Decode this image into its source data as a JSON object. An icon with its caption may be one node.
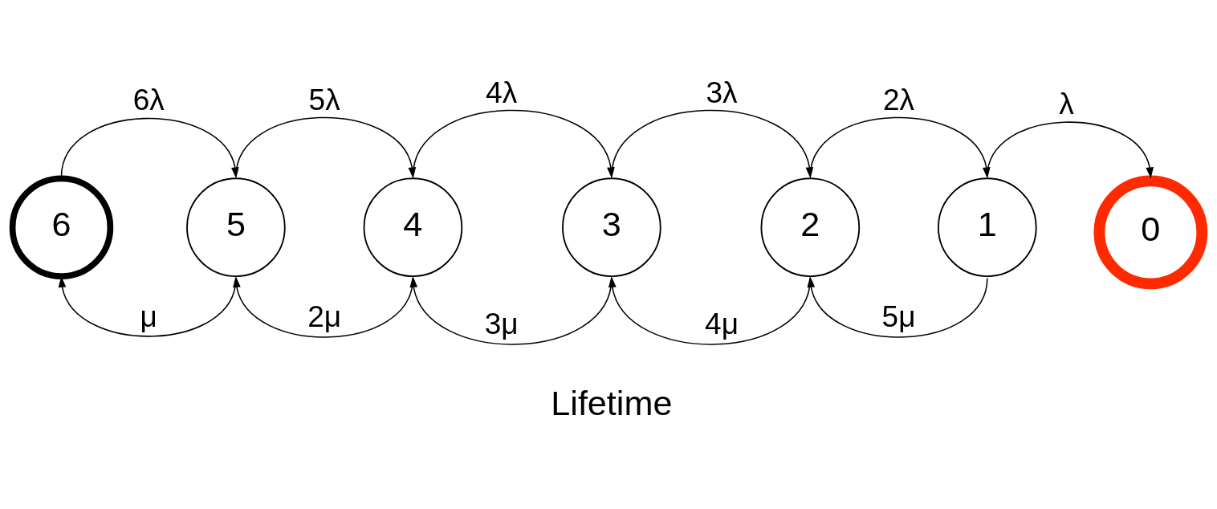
{
  "diagram": {
    "nodes": [
      {
        "text": [
          "6"
        ]
      },
      {
        "text": [
          "5"
        ]
      },
      {
        "text": [
          "4"
        ]
      },
      {
        "text": [
          "3"
        ]
      },
      {
        "text": [
          "2"
        ]
      },
      {
        "text": [
          "1"
        ]
      },
      {
        "text": [
          "0"
        ]
      }
    ],
    "edges": [
      {
        "from": 0,
        "to": 1,
        "arrow": "to",
        "label": "6λ"
      },
      {
        "from": 1,
        "to": 2,
        "arrow": "to",
        "label": "5λ"
      },
      {
        "from": 2,
        "to": 3,
        "arrow": "to",
        "label": "4λ"
      },
      {
        "from": 3,
        "to": 4,
        "arrow": "to",
        "label": "3λ"
      },
      {
        "from": 4,
        "to": 5,
        "arrow": "to",
        "label": "2λ"
      },
      {
        "from": 5,
        "to": 6,
        "arrow": "to",
        "label": "λ"
      },
      {
        "from": 1,
        "to": 0,
        "arrow": "to",
        "label": "μ"
      },
      {
        "from": 2,
        "to": 1,
        "arrow": "to",
        "label": "2μ"
      },
      {
        "from": 3,
        "to": 2,
        "arrow": "to",
        "label": "3μ"
      },
      {
        "from": 4,
        "to": 3,
        "arrow": "to",
        "label": "4μ"
      },
      {
        "from": 5,
        "to": 4,
        "arrow": "to",
        "label": "5μ"
      }
    ],
    "labels": [
      "Lifetime"
    ]
  }
}
